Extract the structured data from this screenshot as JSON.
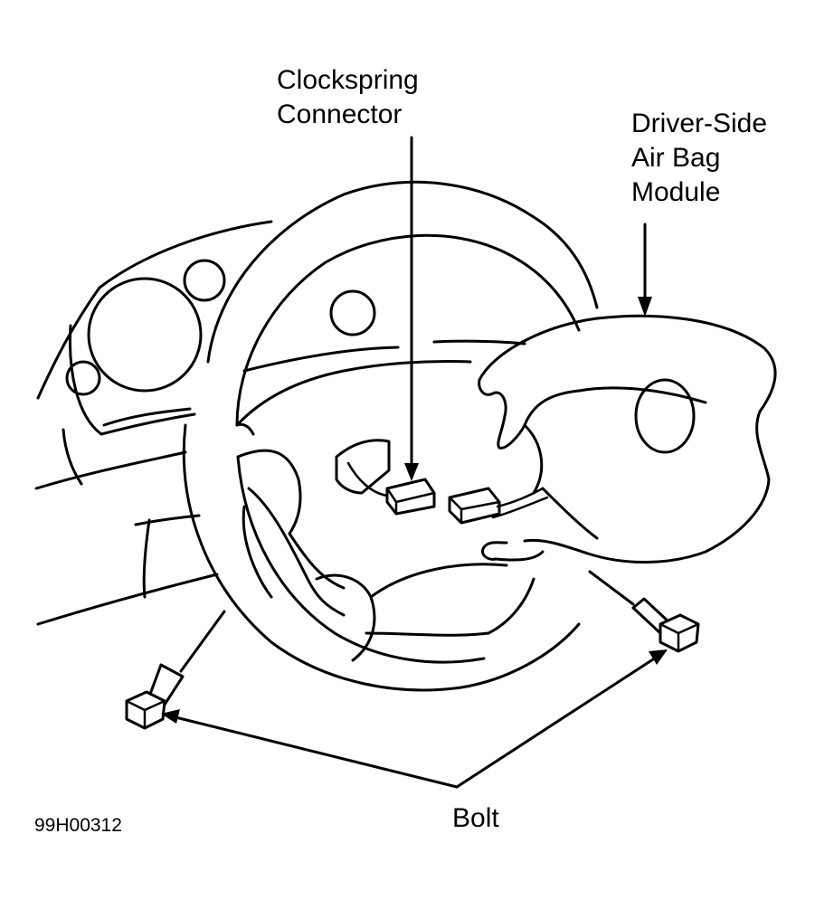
{
  "labels": {
    "clockspring_line1": "Clockspring",
    "clockspring_line2": "Connector",
    "airbag_line1": "Driver-Side",
    "airbag_line2": "Air Bag",
    "airbag_line3": "Module",
    "bolt": "Bolt",
    "figure_id": "99H00312"
  },
  "colors": {
    "line": "#000000",
    "background": "#ffffff"
  }
}
